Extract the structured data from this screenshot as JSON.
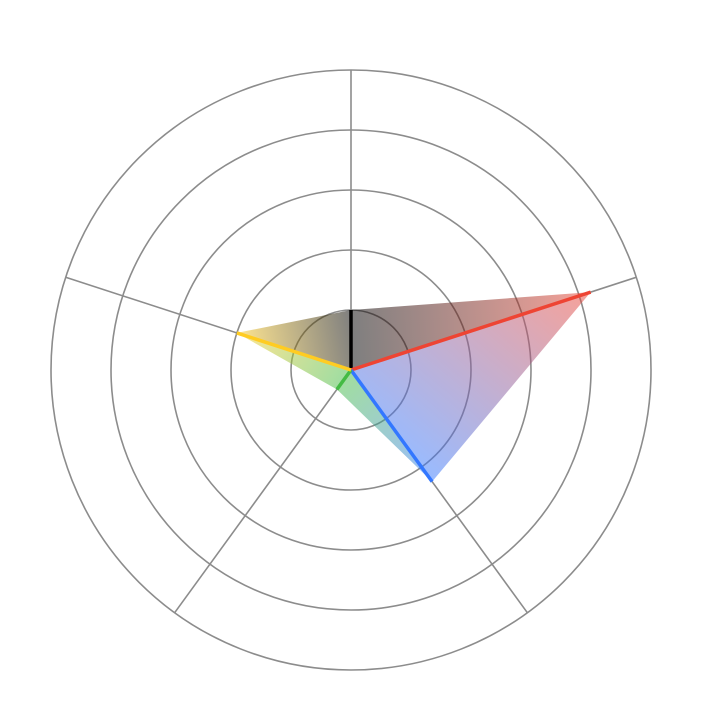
{
  "chart_data": {
    "type": "radar",
    "title": "",
    "axes": 5,
    "rings": 5,
    "rmax": 5,
    "grid": true,
    "legend": "none",
    "series": [
      {
        "values": [
          1.0,
          4.2,
          2.3,
          0.4,
          2.0
        ]
      }
    ],
    "axis_colors": [
      "#000000",
      "#ee4433",
      "#3377ff",
      "#44bb44",
      "#ffcc22"
    ]
  }
}
